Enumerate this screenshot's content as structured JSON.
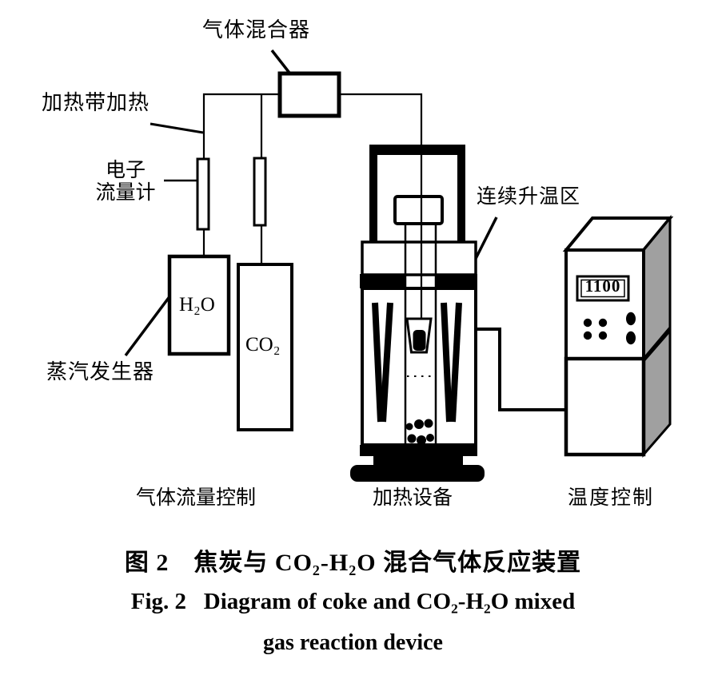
{
  "device_labels": {
    "gas_mixer": "气体混合器",
    "heating_tape": "加热带加热",
    "flowmeter_line1": "电子",
    "flowmeter_line2": "流量计",
    "steam_generator": "蒸汽发生器",
    "h2o_tank": "H₂O",
    "co2_tank": "CO₂",
    "heating_zone": "连续升温区"
  },
  "section_labels": {
    "gas_flow_control": "气体流量控制",
    "heating_equipment": "加热设备",
    "temperature_control": "温度控制"
  },
  "controller": {
    "display_value": "1100"
  },
  "caption": {
    "zh": "图 2　焦炭与 CO₂-H₂O 混合气体反应装置",
    "en_line1": "Fig. 2   Diagram of coke and CO₂-H₂O mixed",
    "en_line2": "gas reaction device"
  },
  "colors": {
    "line": "#000000",
    "background": "#ffffff",
    "cabinet_side": "#a0a0a0"
  }
}
